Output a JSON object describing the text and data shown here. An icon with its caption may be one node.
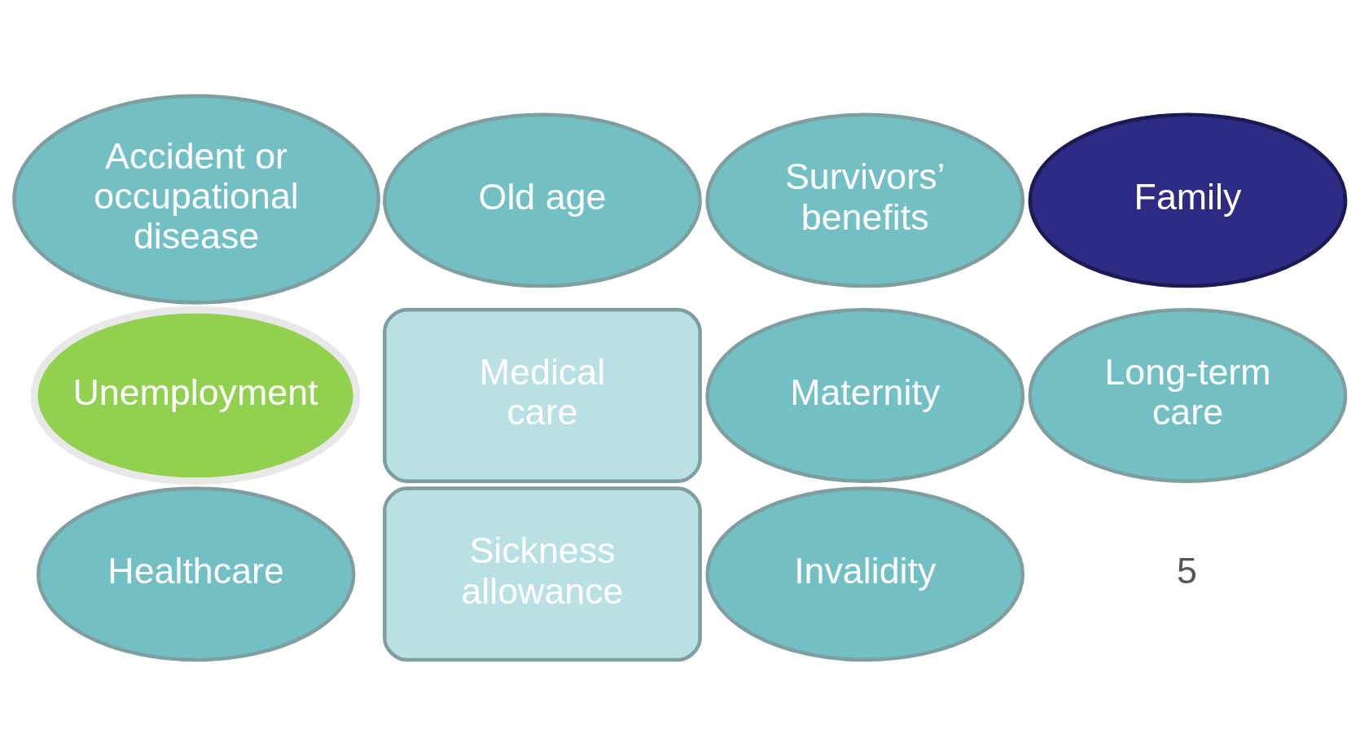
{
  "diagram": {
    "nodes": [
      {
        "text": [
          "Healthcare"
        ]
      },
      {
        "text": [
          "Accident or occupational disease"
        ]
      },
      {
        "text": [
          "Old age"
        ]
      },
      {
        "text": [
          "Medical care"
        ]
      },
      {
        "text": [
          "Sickness allowance"
        ]
      },
      {
        "text": [
          "Survivors’ benefits"
        ]
      },
      {
        "text": [
          "Maternity"
        ]
      },
      {
        "text": [
          "Invalidity"
        ]
      },
      {
        "text": [
          "Family"
        ]
      },
      {
        "text": [
          "Long-term care"
        ]
      },
      {
        "text": [
          "Unemployment"
        ]
      }
    ],
    "edges": [],
    "labels": [
      "5"
    ]
  }
}
